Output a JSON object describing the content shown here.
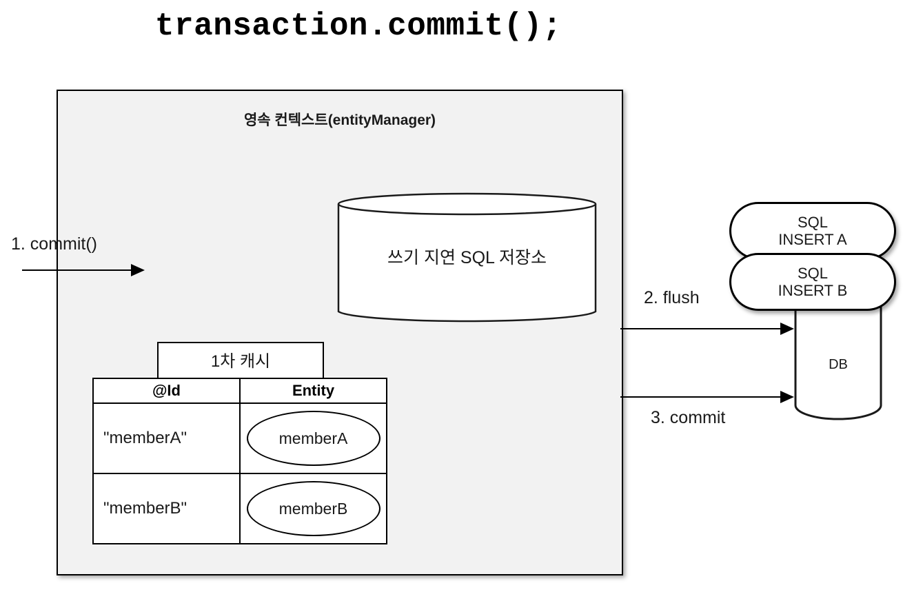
{
  "title": "transaction.commit();",
  "context": {
    "heading": "영속 컨텍스트(entityManager)",
    "sql_store_label": "쓰기 지연 SQL 저장소",
    "cache": {
      "tab_label": "1차 캐시",
      "columns": [
        "@Id",
        "Entity"
      ],
      "rows": [
        {
          "id": "\"memberA\"",
          "entity": "memberA"
        },
        {
          "id": "\"memberB\"",
          "entity": "memberB"
        }
      ]
    }
  },
  "arrows": [
    {
      "label": "1. commit()"
    },
    {
      "label": "2. flush"
    },
    {
      "label": "3. commit"
    }
  ],
  "database": {
    "sql_statements": [
      {
        "line1": "SQL",
        "line2": "INSERT A"
      },
      {
        "line1": "SQL",
        "line2": "INSERT B"
      }
    ],
    "db_label": "DB"
  },
  "colors": {
    "context_fill": "#f2f2f2",
    "stroke": "#000000",
    "shape_fill": "#ffffff",
    "page_background": "#ffffff"
  }
}
